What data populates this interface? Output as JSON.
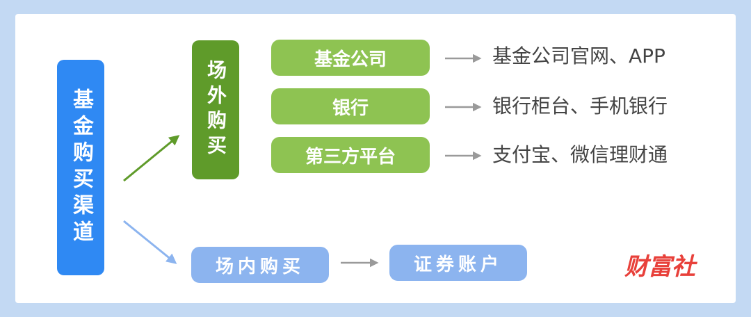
{
  "root": {
    "label": "基金购买渠道"
  },
  "offexchange": {
    "label": "场外购买",
    "channels": [
      {
        "label": "基金公司",
        "destination": "基金公司官网、APP"
      },
      {
        "label": "银行",
        "destination": "银行柜台、手机银行"
      },
      {
        "label": "第三方平台",
        "destination": "支付宝、微信理财通"
      }
    ]
  },
  "onexchange": {
    "label": "场内购买",
    "destination": "证券账户"
  },
  "logo": {
    "text": "财富社"
  },
  "colors": {
    "background": "#c3d9f3",
    "root": "#2f89f3",
    "offexchange": "#5f9b2a",
    "channel": "#8ec352",
    "onexchange": "#8cb4ef",
    "arrow_gray": "#9a9a9a",
    "logo": "#e8403a"
  }
}
